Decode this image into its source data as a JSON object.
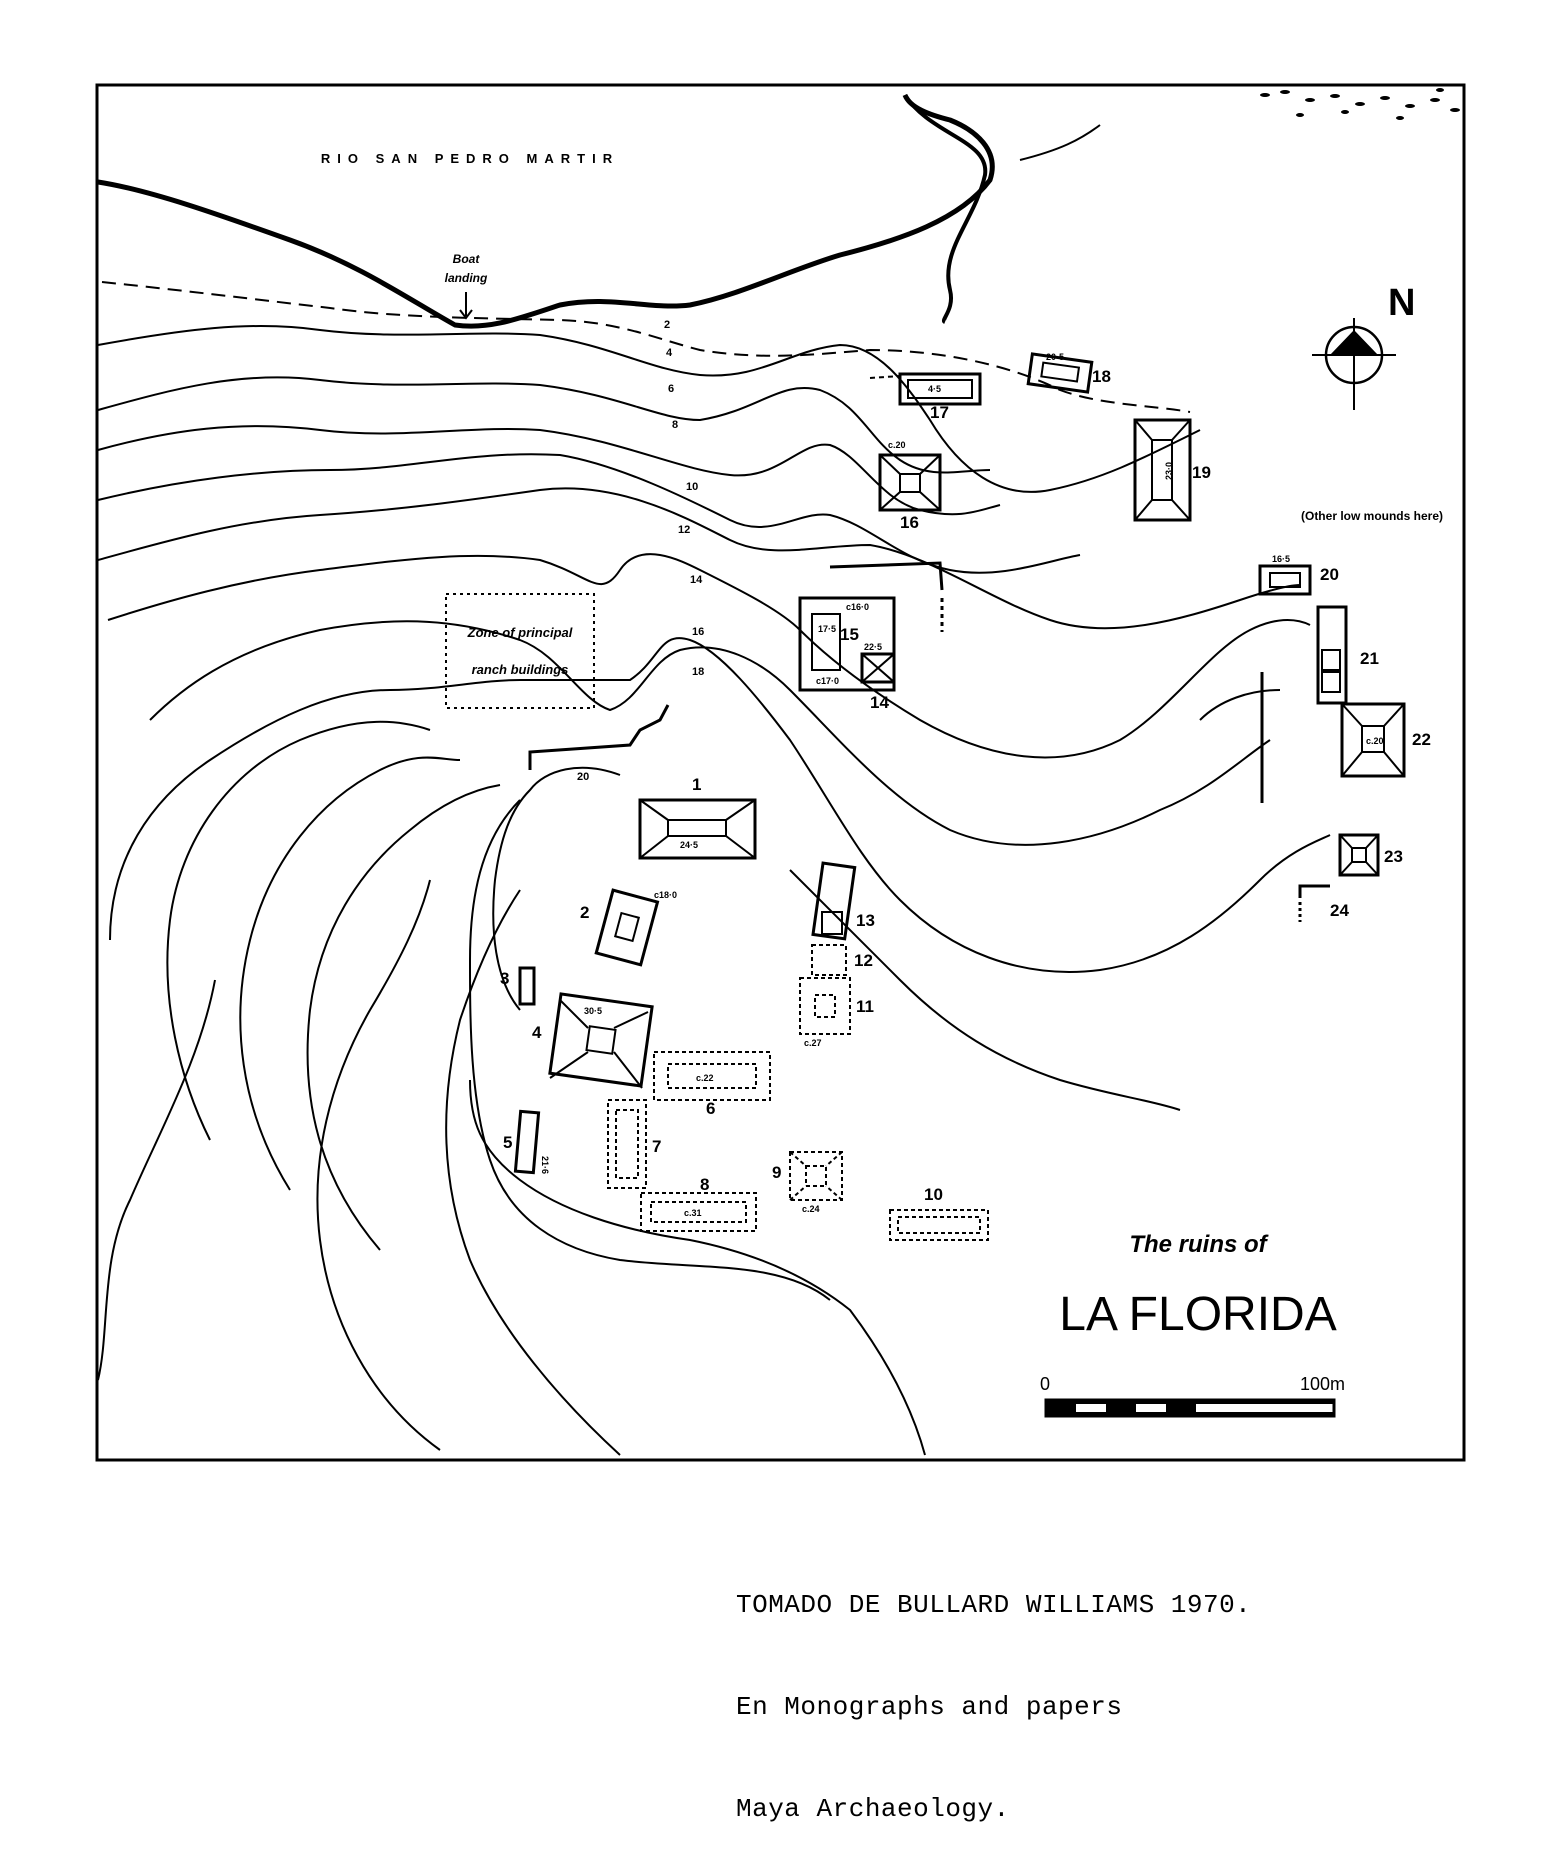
{
  "map": {
    "river_label": "RIO SAN PEDRO MARTIR",
    "boat_landing_label": [
      "Boat",
      "landing"
    ],
    "north_label": "N",
    "zone_label": [
      "Zone of principal",
      "ranch buildings"
    ],
    "other_mounds_label": "(Other low mounds here)",
    "title_line1": "The ruins of",
    "title_line2": "LA FLORIDA",
    "scale": {
      "start_label": "0",
      "end_label": "100m"
    },
    "contour_labels": [
      "2",
      "4",
      "6",
      "8",
      "10",
      "12",
      "14",
      "16",
      "18",
      "20"
    ],
    "structures": [
      "1",
      "2",
      "3",
      "4",
      "5",
      "6",
      "7",
      "8",
      "9",
      "10",
      "11",
      "12",
      "13",
      "14",
      "15",
      "16",
      "17",
      "18",
      "19",
      "20",
      "21",
      "22",
      "23",
      "24"
    ],
    "heights": [
      "24·5",
      "c18·0",
      "30·5",
      "c.22",
      "21·6",
      "c.31",
      "c.24",
      "c.27",
      "c.20",
      "4·5",
      "20·5",
      "17·5",
      "22·5",
      "c16·0",
      "c17·0",
      "23·0",
      "16·5",
      "c.20"
    ]
  },
  "caption": {
    "line1": "TOMADO DE BULLARD WILLIAMS 1970.",
    "line2": "En Monographs and papers",
    "line3": "Maya Archaeology."
  },
  "colors": {
    "ink": "#000000",
    "paper": "#ffffff"
  }
}
